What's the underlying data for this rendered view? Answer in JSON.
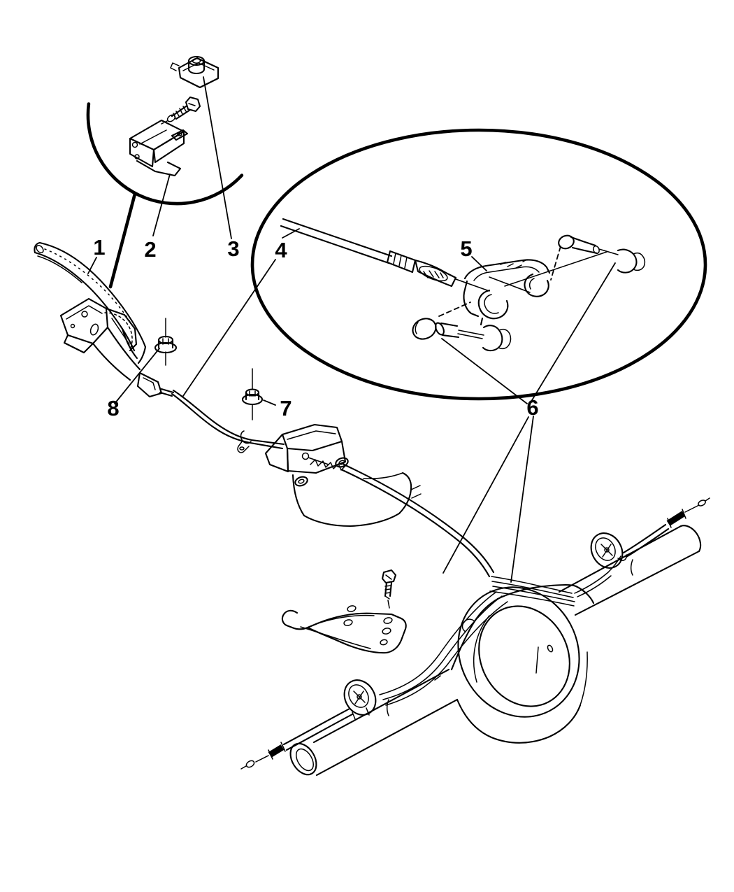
{
  "figure": {
    "background": "#ffffff",
    "ink": "#000000",
    "kind": "exploded-parts-line-diagram",
    "callouts": [
      {
        "label": "1"
      },
      {
        "label": "2"
      },
      {
        "label": "3"
      },
      {
        "label": "4"
      },
      {
        "label": "5"
      },
      {
        "label": "6"
      },
      {
        "label": "7"
      },
      {
        "label": "8"
      }
    ]
  }
}
